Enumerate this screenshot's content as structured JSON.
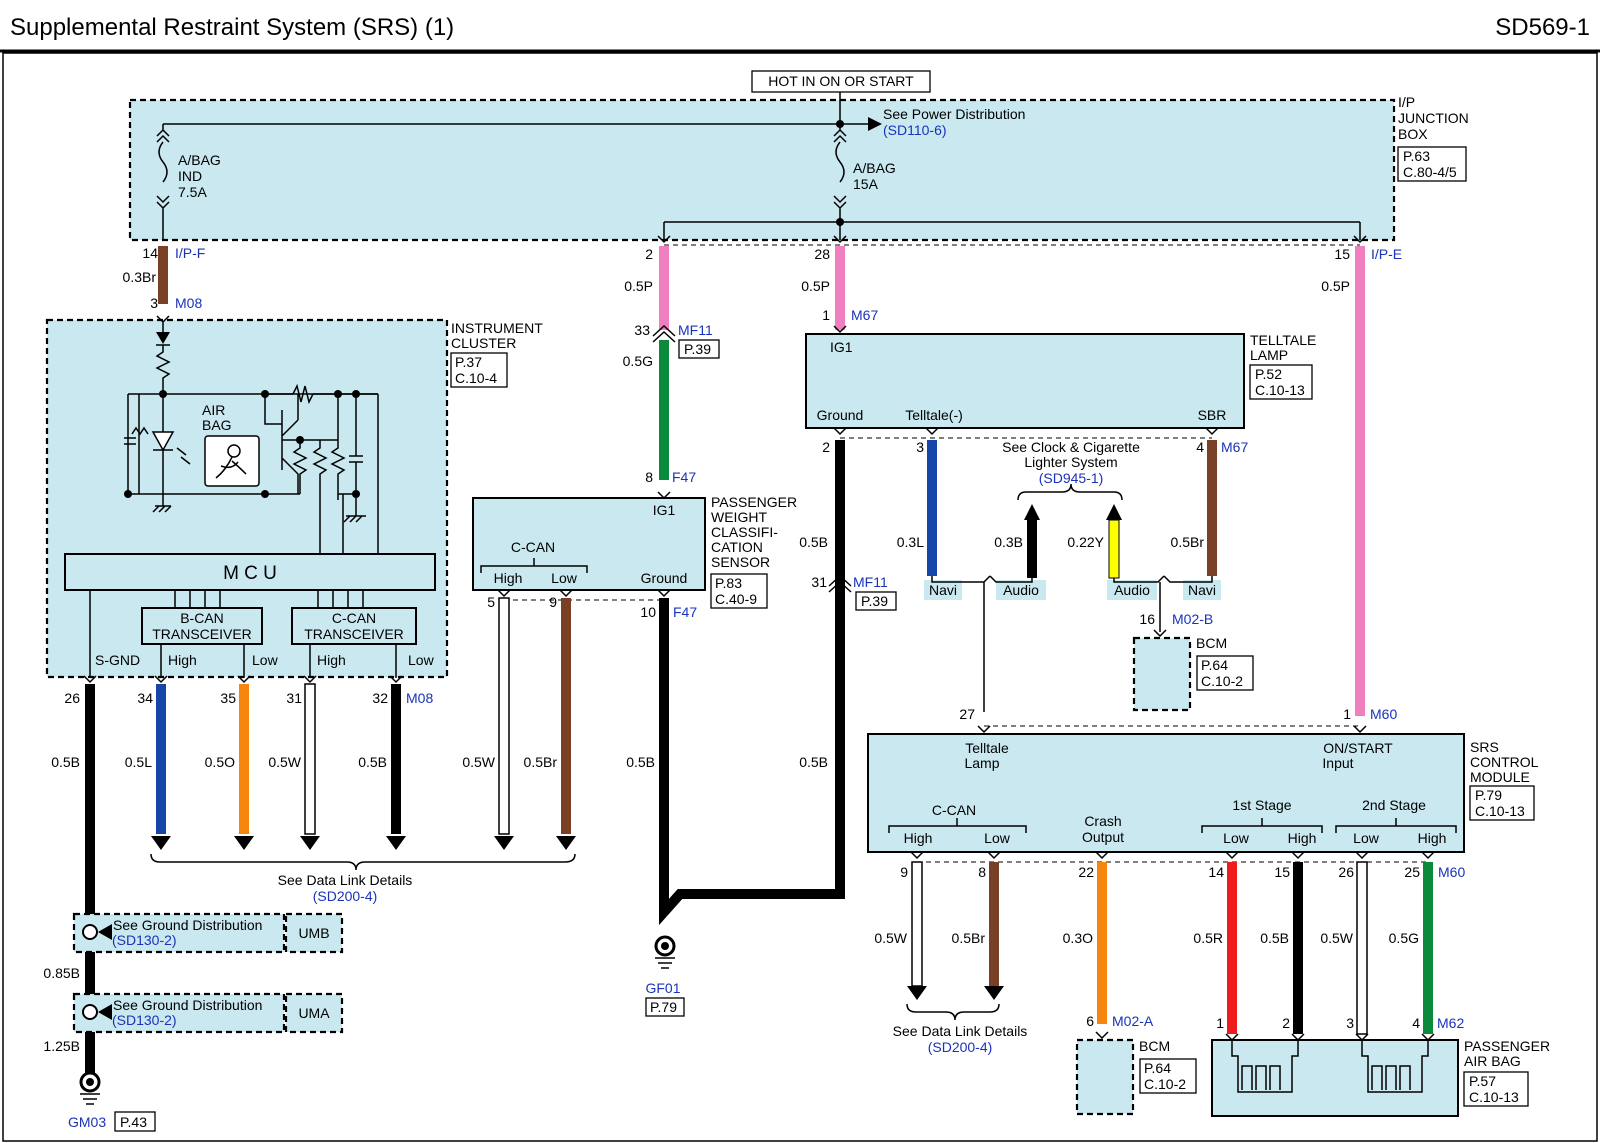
{
  "header": {
    "title": "Supplemental Restraint System (SRS) (1)",
    "code": "SD569-1"
  },
  "hot_label": "HOT IN ON OR START",
  "ipjb": {
    "name": [
      "I/P",
      "JUNCTION",
      "BOX"
    ],
    "ref": [
      "P.63",
      "C.80-4/5"
    ],
    "see_power": "See Power Distribution",
    "see_power_ref": "(SD110-6)",
    "fuse1": [
      "A/BAG",
      "IND",
      "7.5A"
    ],
    "fuse2": [
      "A/BAG",
      "15A"
    ]
  },
  "instrument_cluster": {
    "name": [
      "INSTRUMENT",
      "CLUSTER"
    ],
    "ref": [
      "P.37",
      "C.10-4"
    ],
    "airbag": [
      "AIR",
      "BAG"
    ],
    "mcu": "M C U",
    "bcan": [
      "B-CAN",
      "TRANSCEIVER"
    ],
    "ccan": [
      "C-CAN",
      "TRANSCEIVER"
    ],
    "pins": [
      "S-GND",
      "High",
      "Low",
      "High",
      "Low"
    ]
  },
  "pwcs": {
    "name": [
      "PASSENGER",
      "WEIGHT",
      "CLASSIFI-",
      "CATION",
      "SENSOR"
    ],
    "ref": [
      "P.83",
      "C.40-9"
    ],
    "ig1": "IG1",
    "ccan": "C-CAN",
    "high": "High",
    "low": "Low",
    "ground": "Ground"
  },
  "telltale": {
    "name": [
      "TELLTALE",
      "LAMP"
    ],
    "ref": [
      "P.52",
      "C.10-13"
    ],
    "ig1": "IG1",
    "ground": "Ground",
    "telltale": "Telltale(-)",
    "sbr": "SBR"
  },
  "clock": {
    "label": [
      "See Clock & Cigarette",
      "Lighter System"
    ],
    "ref": "(SD945-1)",
    "navi": "Navi",
    "audio": "Audio"
  },
  "bcm": {
    "name": "BCM",
    "ref": [
      "P.64",
      "C.10-2"
    ]
  },
  "srs": {
    "name": [
      "SRS",
      "CONTROL",
      "MODULE"
    ],
    "ref": [
      "P.79",
      "C.10-13"
    ],
    "telltale": [
      "Telltale",
      "Lamp"
    ],
    "onstart": [
      "ON/START",
      "Input"
    ],
    "ccan": "C-CAN",
    "high": "High",
    "low": "Low",
    "crash": [
      "Crash",
      "Output"
    ],
    "stage1": "1st Stage",
    "stage2": "2nd Stage"
  },
  "airbag": {
    "name": [
      "PASSENGER",
      "AIR BAG"
    ],
    "ref": [
      "P.57",
      "C.10-13"
    ]
  },
  "data_link": {
    "label": "See Data Link Details",
    "ref": "(SD200-4)"
  },
  "ground_dist": {
    "label": "See Ground Distribution",
    "ref": "(SD130-2)",
    "umb": "UMB",
    "uma": "UMA"
  },
  "connectors": {
    "ipf": "I/P-F",
    "ipe": "I/P-E",
    "m08": "M08",
    "mf11": "MF11",
    "f47": "F47",
    "m67": "M67",
    "m02b": "M02-B",
    "m60": "M60",
    "m02a": "M02-A",
    "m62": "M62",
    "p39": "P.39"
  },
  "grounds": {
    "gf01": "GF01",
    "gf01_ref": "P.79",
    "gm03": "GM03",
    "gm03_ref": "P.43"
  },
  "pins": {
    "p14": "14",
    "p3": "3",
    "p2": "2",
    "p28": "28",
    "p15": "15",
    "p33": "33",
    "p8": "8",
    "p1": "1",
    "p5": "5",
    "p9": "9",
    "p10": "10",
    "p31": "31",
    "p4": "4",
    "p16": "16",
    "p27": "27",
    "p26": "26",
    "p34": "34",
    "p35": "35",
    "p32": "32",
    "p22": "22",
    "p25": "25",
    "p6": "6"
  },
  "wires": {
    "w03Br": "0.3Br",
    "w05P": "0.5P",
    "w05G": "0.5G",
    "w05B": "0.5B",
    "w05L": "0.5L",
    "w05O": "0.5O",
    "w05W": "0.5W",
    "w05Br": "0.5Br",
    "w03L": "0.3L",
    "w03B": "0.3B",
    "w022Y": "0.22Y",
    "w085B": "0.85B",
    "w125B": "1.25B",
    "w05R": "0.5R",
    "w03O": "0.3O"
  },
  "colors": {
    "pink": "#f07fc0",
    "green": "#0a8a3a",
    "brown": "#7a4026",
    "blue": "#1646a8",
    "orange": "#f7860f",
    "red": "#ee1c1c",
    "yellow": "#ffff00",
    "box": "#c9e8f0"
  }
}
